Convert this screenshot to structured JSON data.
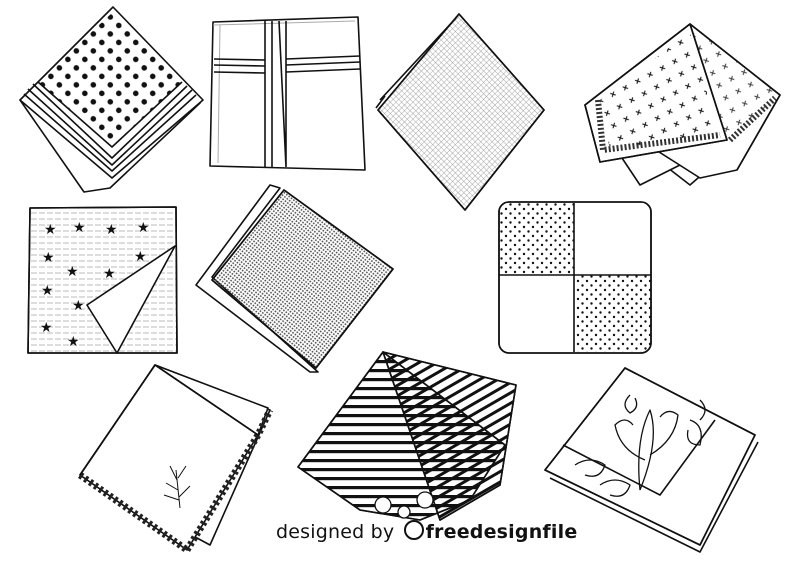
{
  "illustration": {
    "subject": "Handkerchiefs line-art set",
    "style": "black and white outline coloring illustration",
    "colors": {
      "line": "#111111",
      "background": "#ffffff",
      "hatch": "#9a9a9a"
    },
    "items": [
      {
        "id": 1,
        "name": "polka-dot-handkerchief",
        "pattern": "polka dots with striped border",
        "position": "row1-col1"
      },
      {
        "id": 2,
        "name": "plaid-stripe-handkerchief",
        "pattern": "cross stripes",
        "position": "row1-col2"
      },
      {
        "id": 3,
        "name": "grid-check-handkerchief",
        "pattern": "fine grid",
        "position": "row1-col3"
      },
      {
        "id": 4,
        "name": "floral-lace-border-handkerchief",
        "pattern": "small crosses with lace border",
        "position": "row1-col4"
      },
      {
        "id": 5,
        "name": "star-handkerchief",
        "pattern": "stars with folded corner",
        "position": "row2-col1"
      },
      {
        "id": 6,
        "name": "fine-dot-handkerchief",
        "pattern": "dense dot mesh",
        "position": "row2-col2"
      },
      {
        "id": 7,
        "name": "quadrant-dot-handkerchief",
        "pattern": "two dotted quadrants",
        "position": "row2-col3"
      },
      {
        "id": 8,
        "name": "embroidered-sprig-handkerchief",
        "pattern": "embroidered plant with scalloped edge",
        "position": "row3-col1"
      },
      {
        "id": 9,
        "name": "striped-floral-handkerchief",
        "pattern": "horizontal stripes with flowers",
        "position": "row3-col2"
      },
      {
        "id": 10,
        "name": "ornamental-paisley-handkerchief",
        "pattern": "ornamental scroll and paisley",
        "position": "row3-col3"
      }
    ]
  },
  "credit": {
    "prefix": "designed by ",
    "brand": "freedesignfile"
  }
}
